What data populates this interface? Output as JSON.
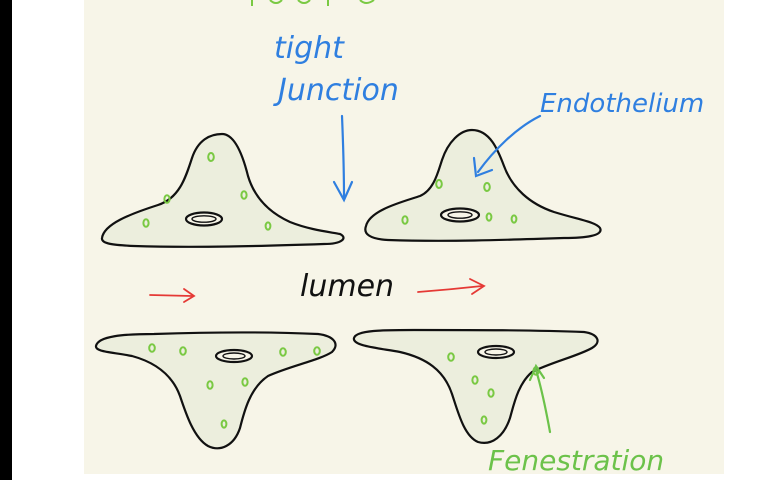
{
  "labels": {
    "tight_junction_line1": "tight",
    "tight_junction_line2": "Junction",
    "endothelium": "Endothelium",
    "lumen": "lumen",
    "fenestration": "Fenestration"
  },
  "colors": {
    "paper": "#f7f5e8",
    "cell_fill": "#eceedd",
    "outline": "#111111",
    "label_blue": "#2f7fe0",
    "vesicle_green": "#7ac943",
    "flow_red": "#e53935",
    "fenestration_green": "#6cc24a"
  },
  "icons": {
    "flow_arrows": "flow-arrow-icon",
    "pointer_arrows": "pointer-arrow-icon"
  }
}
